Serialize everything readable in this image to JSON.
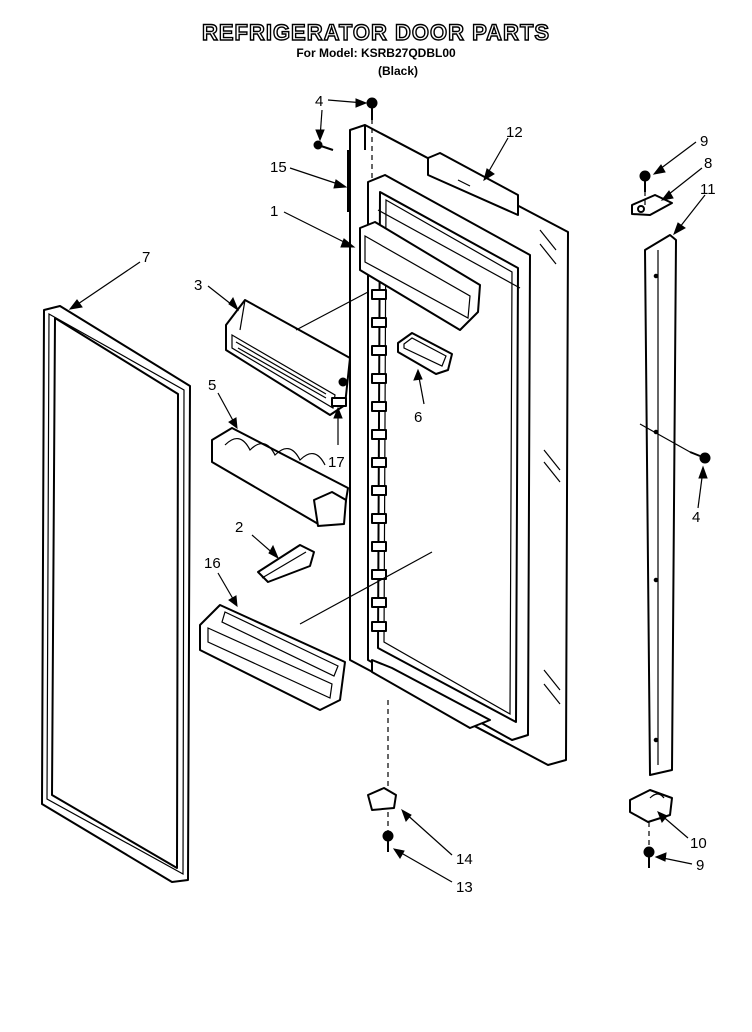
{
  "header": {
    "title": "REFRIGERATOR DOOR PARTS",
    "model": "For Model: KSRB27QDBL00",
    "color": "(Black)"
  },
  "callouts": {
    "c1": "1",
    "c2": "2",
    "c3": "3",
    "c4a": "4",
    "c4b": "4",
    "c5": "5",
    "c6": "6",
    "c7": "7",
    "c8": "8",
    "c9a": "9",
    "c9b": "9",
    "c10": "10",
    "c11": "11",
    "c12": "12",
    "c13": "13",
    "c14": "14",
    "c15": "15",
    "c16": "16",
    "c17": "17"
  }
}
